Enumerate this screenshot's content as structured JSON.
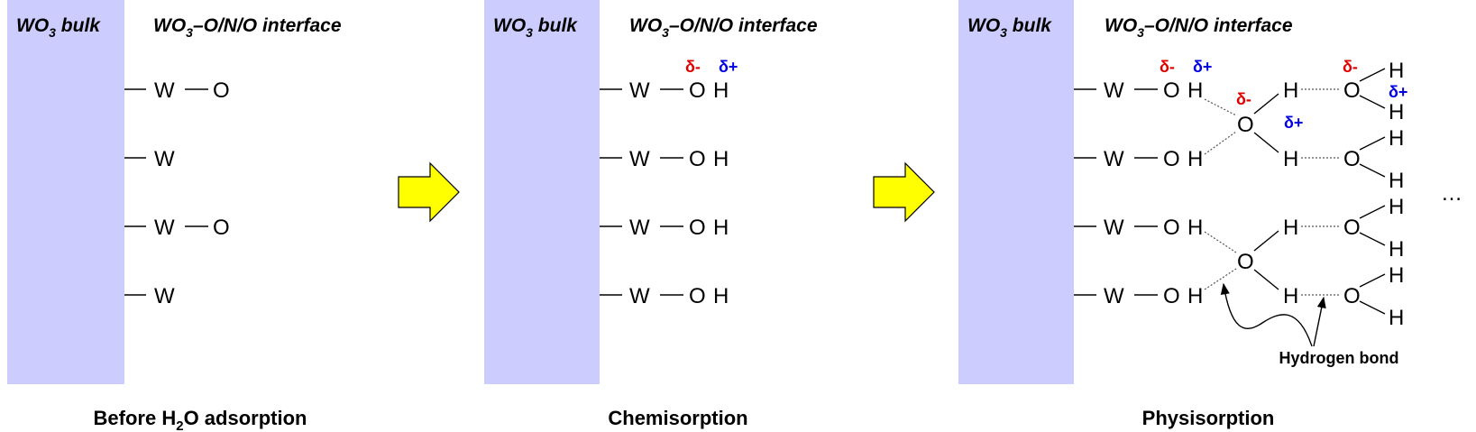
{
  "colors": {
    "bulk_fill": "#CCCCFF",
    "arrow_fill": "#FFFF00",
    "negative": "#E00000",
    "positive": "#0000E0",
    "ink": "#000000"
  },
  "header": {
    "bulk_prefix": "WO",
    "bulk_sub": "3",
    "bulk_suffix": " bulk",
    "iface_prefix": "WO",
    "iface_sub": "3",
    "iface_suffix": "–O/N/O interface"
  },
  "atoms": {
    "W": "W",
    "O": "O",
    "H": "H"
  },
  "deltas": {
    "minus": "δ-",
    "plus": "δ+"
  },
  "panels": [
    {
      "caption_prefix": "Before H",
      "caption_sub": "2",
      "caption_suffix": "O adsorption"
    },
    {
      "caption": "Chemisorption"
    },
    {
      "caption": "Physisorption",
      "hydrogen_bond_label": "Hydrogen bond",
      "ellipsis": "…"
    }
  ],
  "icons": [
    "right-arrow-icon",
    "right-arrow-icon",
    "curved-arrow-icon"
  ]
}
